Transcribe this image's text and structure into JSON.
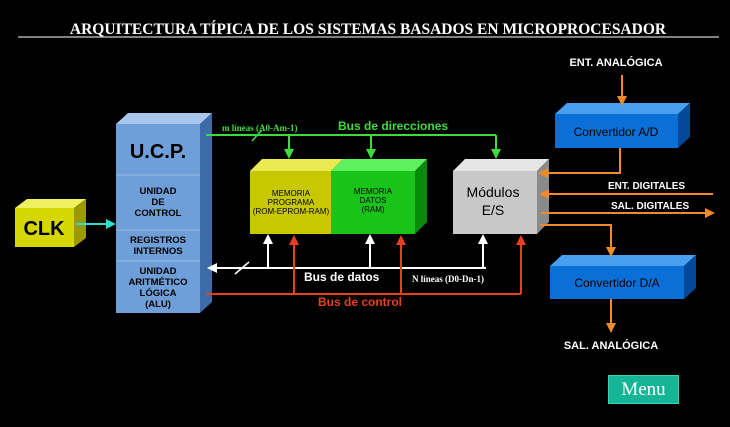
{
  "title": "ARQUITECTURA TÍPICA DE LOS SISTEMAS BASADOS EN MICROPROCESADOR",
  "clk": "CLK",
  "ucp": {
    "title": "U.C.P.",
    "control": [
      "UNIDAD",
      "DE",
      "CONTROL"
    ],
    "registros": [
      "REGISTROS",
      "INTERNOS"
    ],
    "alu": [
      "UNIDAD",
      "ARITMÉTICO",
      "LÓGICA",
      "(ALU)"
    ]
  },
  "memoria_programa": [
    "MEMORIA",
    "PROGRAMA",
    "(ROM-EPROM-RAM)"
  ],
  "memoria_datos": [
    "MEMORIA",
    "DATOS",
    "(RAM)"
  ],
  "modulos": [
    "Módulos",
    "E/S"
  ],
  "convertidor_ad": "Convertidor A/D",
  "convertidor_da": "Convertidor D/A",
  "ent_analogica": "ENT. ANALÓGICA",
  "sal_analogica": "SAL. ANALÓGICA",
  "ent_digitales": "ENT. DIGITALES",
  "sal_digitales": "SAL. DIGITALES",
  "bus_direcciones": "Bus de direcciones",
  "m_lineas": "m líneas (A0-Am-1)",
  "bus_datos": "Bus de datos",
  "n_lineas": "N líneas (D0-Dn-1)",
  "bus_control": "Bus de control",
  "menu": "Menu",
  "colors": {
    "background": "#000000",
    "address_bus": "#3ddc3d",
    "control_bus": "#e8401c",
    "data_bus": "#ffffff",
    "converter": "#0a6fd6",
    "ucp": "#6f9fd8",
    "mem_programa": "#c8c800",
    "mem_datos": "#18c418",
    "modulos": "#c8c8c8",
    "clk": "#d6d600",
    "orange_arrow": "#f08a2a",
    "menu": "#17b597"
  }
}
